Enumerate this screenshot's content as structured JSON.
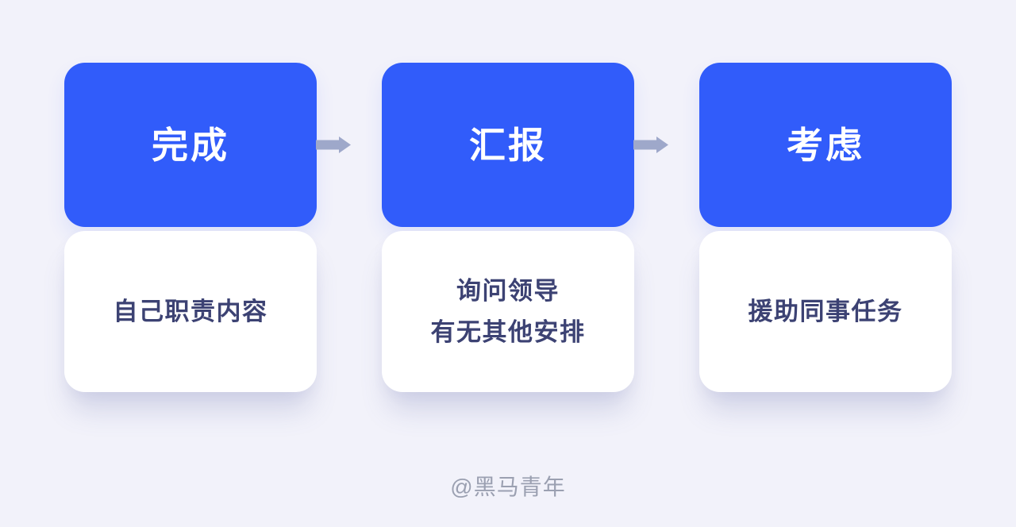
{
  "page": {
    "watermark": "@黑马青年"
  },
  "colors": {
    "background": "#F2F2FA",
    "card_blue": "#315CFA",
    "header_text": "#FFFFFF",
    "body_text": "#3C4273",
    "arrow": "#9EA8CA",
    "watermark_text": "#9BA0B1"
  },
  "steps": [
    {
      "title": "完成",
      "body": "自己职责内容"
    },
    {
      "title": "汇报",
      "body": "询问领导\n有无其他安排"
    },
    {
      "title": "考虑",
      "body": "援助同事任务"
    }
  ]
}
